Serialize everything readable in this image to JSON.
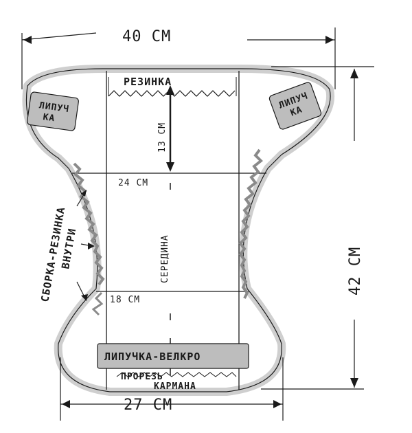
{
  "labels": {
    "width_top": "40 СМ",
    "elastic_top": "РЕЗИНКА",
    "velcro_left": [
      "ЛИПУЧ",
      "КА"
    ],
    "velcro_right": [
      "ЛИПУЧ",
      "КА"
    ],
    "depth_13": "13 СМ",
    "width_24": "24 СМ",
    "width_18": "18 СМ",
    "middle": "СЕРЕДИНА",
    "gather_line1": "СБОРКА-РЕЗИНКА",
    "gather_line2": "ВНУТРИ",
    "height_42": "42 СМ",
    "velcro_bottom": "ЛИПУЧКА-ВЕЛКРО",
    "pocket_line1": "ПРОРЕЗЬ",
    "pocket_line2": "КАРМАНА",
    "width_bottom": "27 СМ"
  },
  "colors": {
    "ink": "#1a1a1a",
    "outline_fill": "#d9d9d9",
    "patch_fill": "#bdbdbd"
  }
}
